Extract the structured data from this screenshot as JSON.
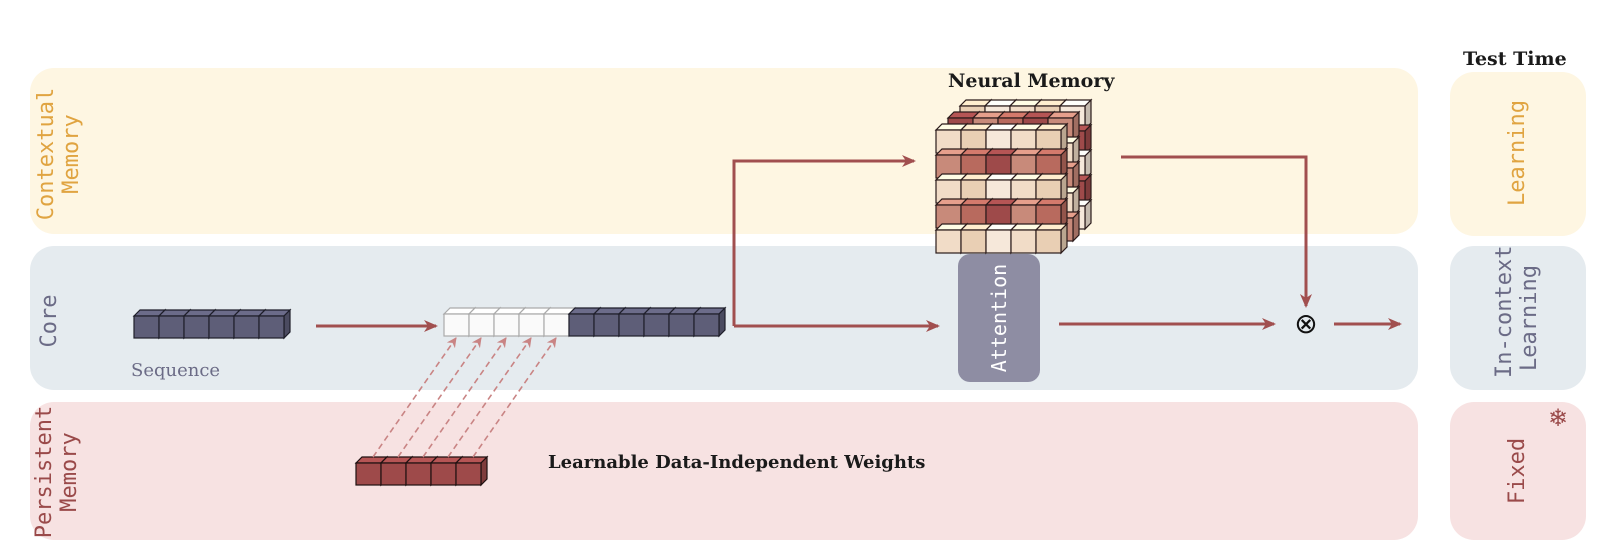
{
  "rows": {
    "contextual": {
      "label_line1": "Contextual",
      "label_line2": "Memory",
      "color": "#e0a441",
      "bg": "#fef6e2"
    },
    "core": {
      "label": "Core",
      "color": "#6b6b86",
      "bg": "#e5ebef"
    },
    "persistent": {
      "label_line1": "Persistent",
      "label_line2": "Memory",
      "color": "#9a4a4a",
      "bg": "#f7e2e2"
    }
  },
  "test_time": {
    "header": "Test Time",
    "contextual": {
      "label": "Learning"
    },
    "core": {
      "label_line1": "In-context",
      "label_line2": "Learning"
    },
    "persistent": {
      "label": "Fixed",
      "icon": "snowflake-icon",
      "glyph": "❄"
    }
  },
  "nodes": {
    "neural_memory": "Neural Memory",
    "attention": "Attention",
    "sequence": "Sequence",
    "persistent_weights": "Learnable Data-Independent Weights",
    "multiply_op": "⊗"
  },
  "colors": {
    "arrow": "#a14f4f",
    "sequence_token": "#5e5e78",
    "persistent_token": "#9e4a4a",
    "empty_token": "#fafafa"
  },
  "tokens": {
    "sequence_count": 6,
    "empty_slots": 5,
    "combined_sequence_count": 6,
    "persistent_count": 5
  }
}
